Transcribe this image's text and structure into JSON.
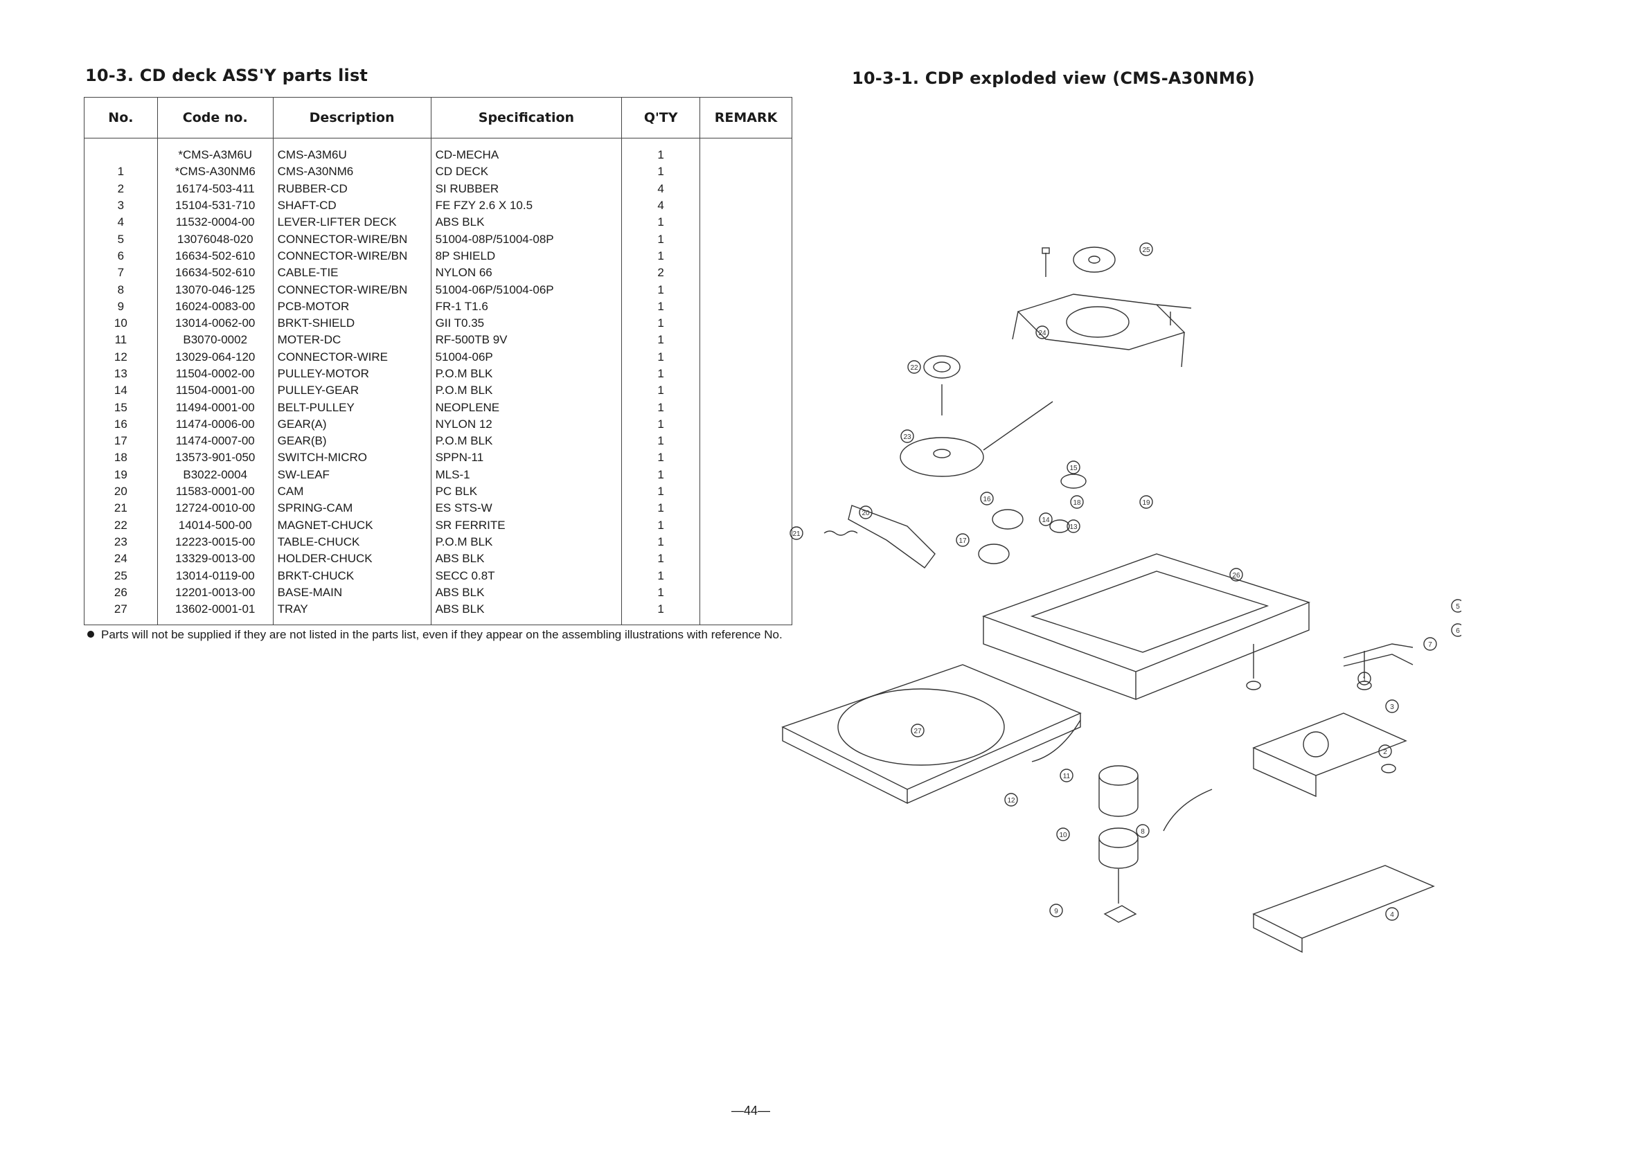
{
  "left_title": "10-3. CD deck ASS'Y parts list",
  "right_title": "10-3-1. CDP exploded view (CMS-A30NM6)",
  "table": {
    "headers": [
      "No.",
      "Code no.",
      "Description",
      "Specification",
      "Q'TY",
      "REMARK"
    ],
    "rows": [
      {
        "no": "",
        "code": "*CMS-A3M6U",
        "desc": "CMS-A3M6U",
        "spec": "CD-MECHA",
        "qty": "1"
      },
      {
        "no": "1",
        "code": "*CMS-A30NM6",
        "desc": "CMS-A30NM6",
        "spec": "CD DECK",
        "qty": "1"
      },
      {
        "no": "2",
        "code": "16174-503-411",
        "desc": "RUBBER-CD",
        "spec": "SI RUBBER",
        "qty": "4"
      },
      {
        "no": "3",
        "code": "15104-531-710",
        "desc": "SHAFT-CD",
        "spec": "FE FZY 2.6 X 10.5",
        "qty": "4"
      },
      {
        "no": "4",
        "code": "11532-0004-00",
        "desc": "LEVER-LIFTER DECK",
        "spec": "ABS BLK",
        "qty": "1"
      },
      {
        "no": "5",
        "code": "13076048-020",
        "desc": "CONNECTOR-WIRE/BN",
        "spec": "51004-08P/51004-08P",
        "qty": "1"
      },
      {
        "no": "6",
        "code": "16634-502-610",
        "desc": "CONNECTOR-WIRE/BN",
        "spec": "8P SHIELD",
        "qty": "1"
      },
      {
        "no": "7",
        "code": "16634-502-610",
        "desc": "CABLE-TIE",
        "spec": "NYLON 66",
        "qty": "2"
      },
      {
        "no": "8",
        "code": "13070-046-125",
        "desc": "CONNECTOR-WIRE/BN",
        "spec": "51004-06P/51004-06P",
        "qty": "1"
      },
      {
        "no": "9",
        "code": "16024-0083-00",
        "desc": "PCB-MOTOR",
        "spec": "FR-1 T1.6",
        "qty": "1"
      },
      {
        "no": "10",
        "code": "13014-0062-00",
        "desc": "BRKT-SHIELD",
        "spec": "GII T0.35",
        "qty": "1"
      },
      {
        "no": "11",
        "code": "B3070-0002",
        "desc": "MOTER-DC",
        "spec": "RF-500TB 9V",
        "qty": "1"
      },
      {
        "no": "12",
        "code": "13029-064-120",
        "desc": "CONNECTOR-WIRE",
        "spec": "51004-06P",
        "qty": "1"
      },
      {
        "no": "13",
        "code": "11504-0002-00",
        "desc": "PULLEY-MOTOR",
        "spec": "P.O.M BLK",
        "qty": "1"
      },
      {
        "no": "14",
        "code": "11504-0001-00",
        "desc": "PULLEY-GEAR",
        "spec": "P.O.M BLK",
        "qty": "1"
      },
      {
        "no": "15",
        "code": "11494-0001-00",
        "desc": "BELT-PULLEY",
        "spec": "NEOPLENE",
        "qty": "1"
      },
      {
        "no": "16",
        "code": "11474-0006-00",
        "desc": "GEAR(A)",
        "spec": "NYLON 12",
        "qty": "1"
      },
      {
        "no": "17",
        "code": "11474-0007-00",
        "desc": "GEAR(B)",
        "spec": "P.O.M BLK",
        "qty": "1"
      },
      {
        "no": "18",
        "code": "13573-901-050",
        "desc": "SWITCH-MICRO",
        "spec": "SPPN-11",
        "qty": "1"
      },
      {
        "no": "19",
        "code": "B3022-0004",
        "desc": "SW-LEAF",
        "spec": "MLS-1",
        "qty": "1"
      },
      {
        "no": "20",
        "code": "11583-0001-00",
        "desc": "CAM",
        "spec": "PC BLK",
        "qty": "1"
      },
      {
        "no": "21",
        "code": "12724-0010-00",
        "desc": "SPRING-CAM",
        "spec": "ES STS-W",
        "qty": "1"
      },
      {
        "no": "22",
        "code": "14014-500-00",
        "desc": "MAGNET-CHUCK",
        "spec": "SR FERRITE",
        "qty": "1"
      },
      {
        "no": "23",
        "code": "12223-0015-00",
        "desc": "TABLE-CHUCK",
        "spec": "P.O.M BLK",
        "qty": "1"
      },
      {
        "no": "24",
        "code": "13329-0013-00",
        "desc": "HOLDER-CHUCK",
        "spec": "ABS BLK",
        "qty": "1"
      },
      {
        "no": "25",
        "code": "13014-0119-00",
        "desc": "BRKT-CHUCK",
        "spec": "SECC 0.8T",
        "qty": "1"
      },
      {
        "no": "26",
        "code": "12201-0013-00",
        "desc": "BASE-MAIN",
        "spec": "ABS BLK",
        "qty": "1"
      },
      {
        "no": "27",
        "code": "13602-0001-01",
        "desc": "TRAY",
        "spec": "ABS BLK",
        "qty": "1"
      }
    ]
  },
  "note": "Parts will not be supplied if they are not listed in the parts list, even if they appear on the assembling illustrations with reference No.",
  "page_number": "—44—",
  "diagram": {
    "callouts": [
      "25",
      "24",
      "22",
      "23",
      "20",
      "21",
      "16",
      "15",
      "14",
      "13",
      "18",
      "19",
      "17",
      "26",
      "27",
      "5",
      "6",
      "7",
      "1",
      "3",
      "2",
      "11",
      "12",
      "10",
      "9",
      "8",
      "4"
    ]
  }
}
